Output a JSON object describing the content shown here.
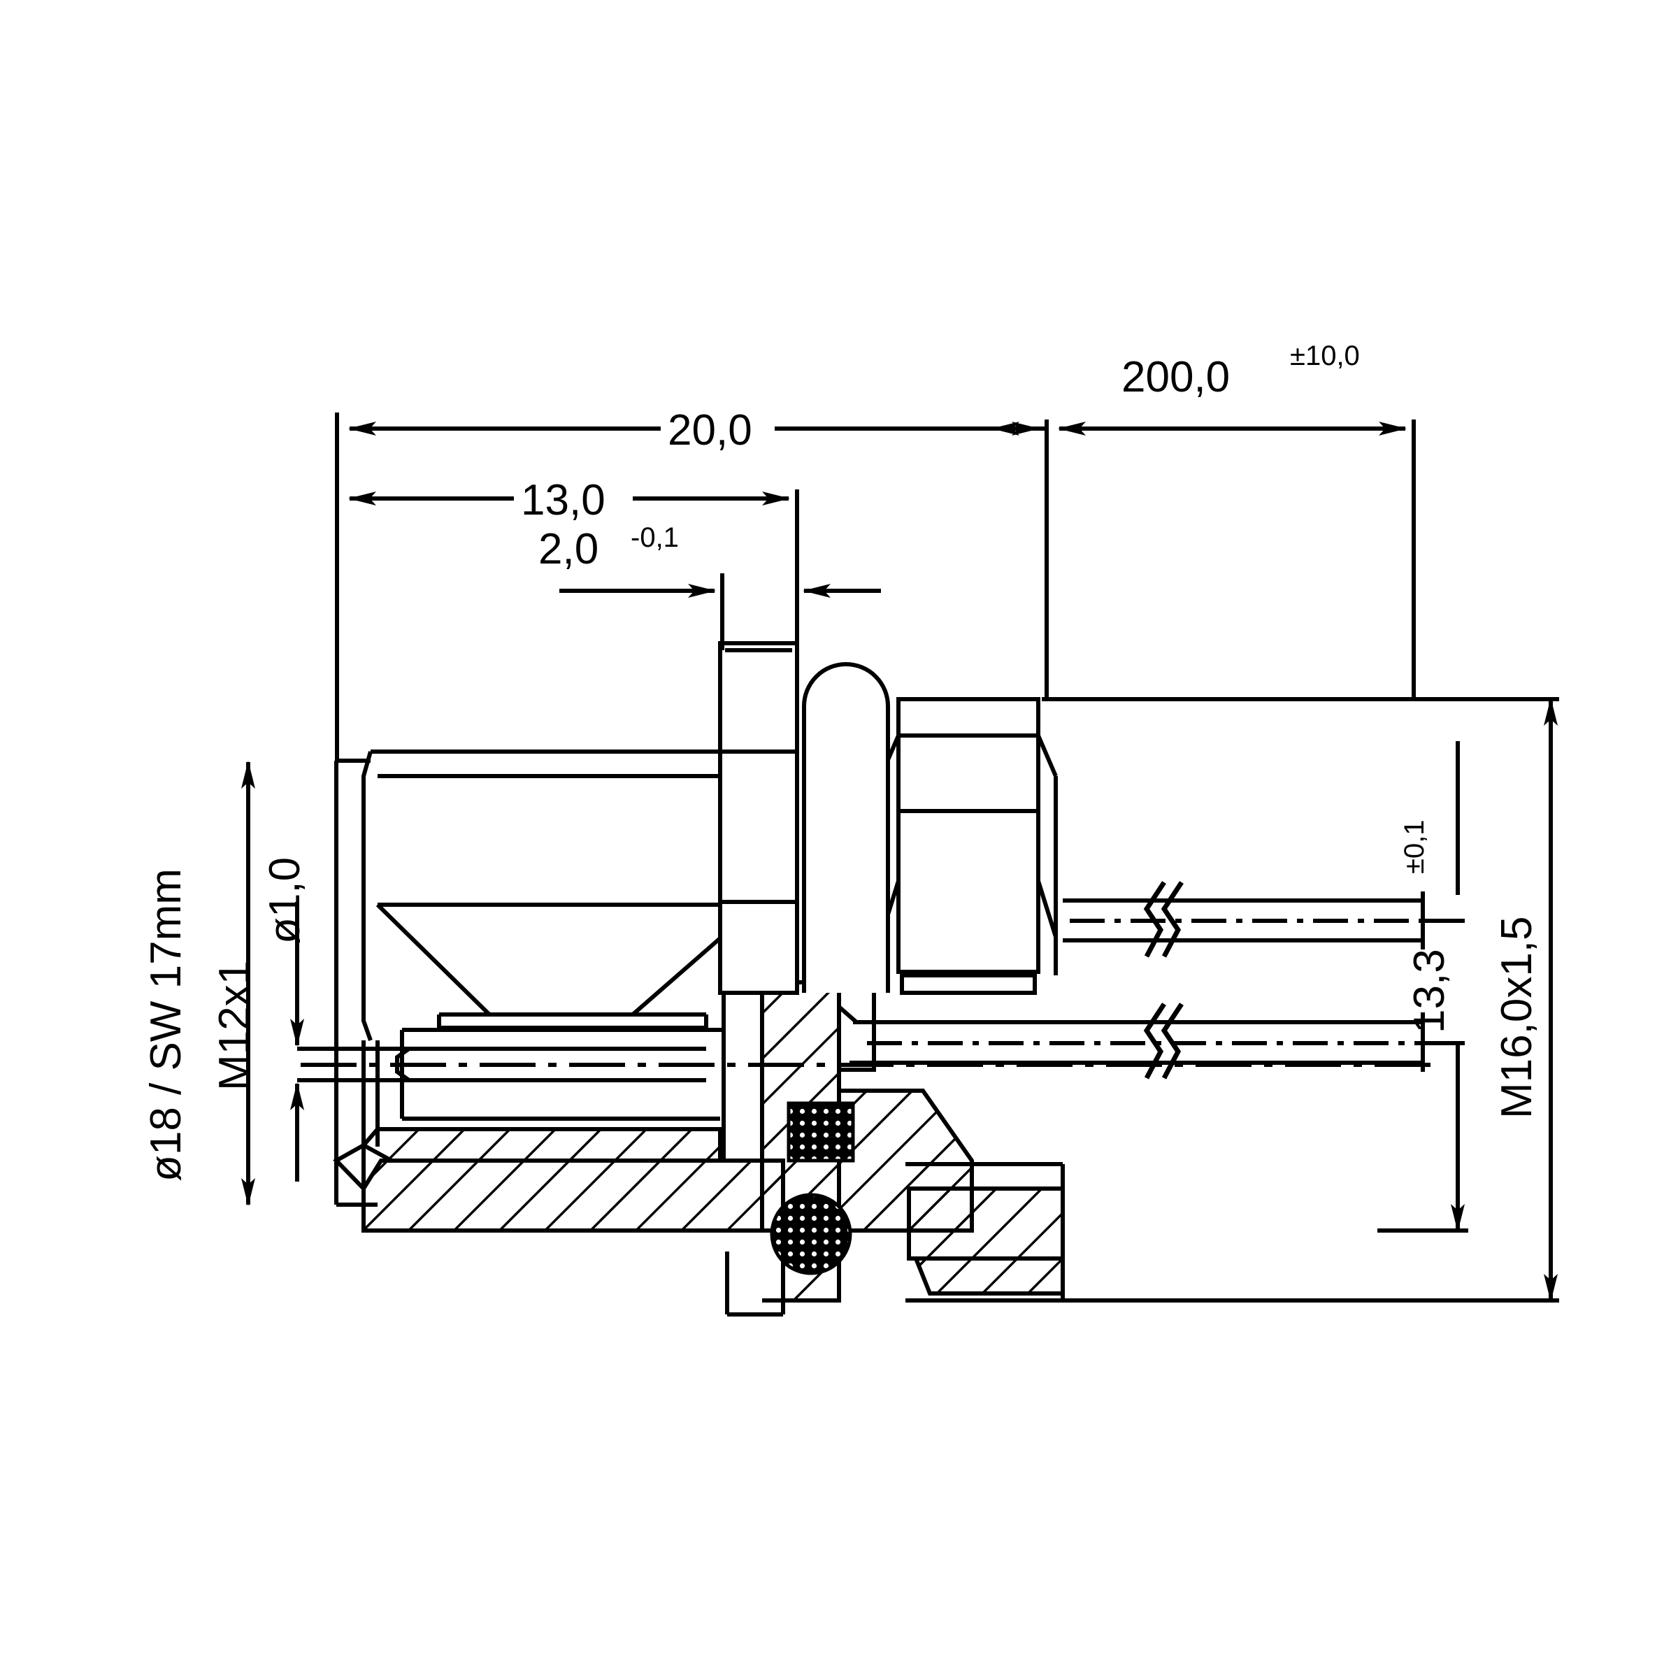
{
  "drawing": {
    "type": "engineering-dimensioned-cross-section",
    "subject": "M12 circular panel-mount connector with M16 rear thread and flying leads",
    "units": "mm",
    "decimal_separator": "comma",
    "line_color": "#000000",
    "background_color": "#ffffff"
  },
  "dimensions": {
    "overall_length": {
      "value": "20,0",
      "tolerance": "",
      "orientation": "horizontal",
      "name": "20,0"
    },
    "front_length": {
      "value": "13,0",
      "tolerance": "",
      "orientation": "horizontal",
      "name": "13,0"
    },
    "panel_thickness": {
      "value": "2,0",
      "tolerance": "-0,1",
      "orientation": "horizontal",
      "name": "2,0-0,1"
    },
    "cable_length": {
      "value": "200,0",
      "tolerance": "±10,0",
      "orientation": "horizontal",
      "name": "200,0±10,0"
    },
    "pin_diameter": {
      "value": "ø1,0",
      "tolerance": "",
      "orientation": "vertical",
      "name": "ø1,0"
    },
    "front_thread": {
      "value": "M12x1",
      "tolerance": "",
      "orientation": "vertical",
      "name": "M12x1"
    },
    "hex_flats": {
      "value": "ø18 / SW 17mm",
      "tolerance": "",
      "orientation": "vertical",
      "name": "ø18 / SW 17mm"
    },
    "lead_spacing": {
      "value": "13,3",
      "tolerance": "±0,1",
      "orientation": "vertical",
      "name": "13,3±0,1"
    },
    "rear_thread": {
      "value": "M16,0x1,5",
      "tolerance": "",
      "orientation": "vertical",
      "name": "M16,0x1,5"
    }
  },
  "labels": {
    "d20": "20,0",
    "d13": "13,0",
    "d2": "2,0",
    "d2_tol": "-0,1",
    "d200": "200,0",
    "d200_tol": "±10,0",
    "d_pin": "ø1,0",
    "d_m12": "M12x1",
    "d_sw": "ø18 / SW 17mm",
    "d_133": "13,3",
    "d_133_tol": "±0,1",
    "d_m16": "M16,0x1,5"
  },
  "features": {
    "hatch_section": "cross-hatch 45-degree section lines",
    "o_ring": "dotted filled circle seal",
    "break_symbol": "double zig-zag cable break",
    "centerline": "dash-dot axis line"
  }
}
